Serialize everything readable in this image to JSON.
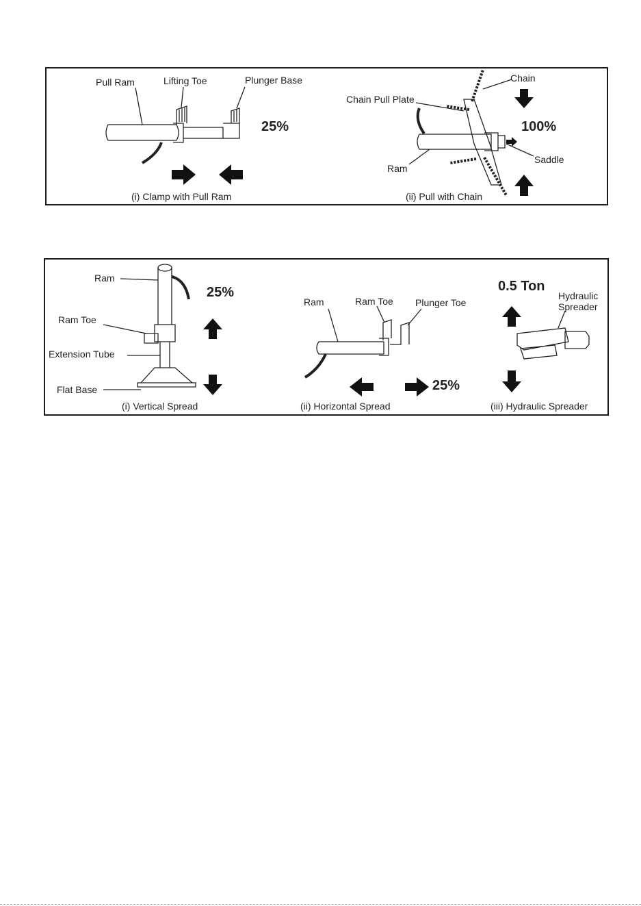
{
  "top_panel": {
    "labels": {
      "pull_ram": "Pull Ram",
      "lifting_toe": "Lifting Toe",
      "plunger_base": "Plunger Base",
      "chain": "Chain",
      "chain_pull_plate": "Chain Pull Plate",
      "saddle": "Saddle",
      "ram": "Ram"
    },
    "values": {
      "clamp_pct": "25%",
      "chain_pct": "100%"
    },
    "captions": {
      "clamp": "(i) Clamp with Pull Ram",
      "chain": "(ii) Pull with Chain"
    }
  },
  "bottom_panel": {
    "labels": {
      "ram_1": "Ram",
      "ram_toe_1": "Ram Toe",
      "extension_tube": "Extension Tube",
      "flat_base": "Flat Base",
      "ram_2": "Ram",
      "ram_toe_2": "Ram Toe",
      "plunger_toe": "Plunger Toe",
      "hydraulic_spreader_label": "Hydraulic Spreader"
    },
    "values": {
      "vertical_pct": "25%",
      "horizontal_pct": "25%",
      "spreader_rating": "0.5 Ton"
    },
    "captions": {
      "vertical": "(i) Vertical Spread",
      "horizontal": "(ii) Horizontal Spread",
      "spreader": "(iii) Hydraulic Spreader"
    }
  }
}
